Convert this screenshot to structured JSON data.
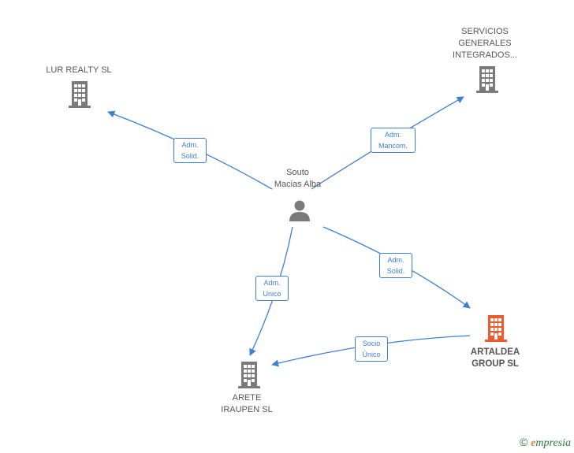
{
  "colors": {
    "edge": "#3d7fd6",
    "company_icon": "#7a7a7a",
    "highlight_icon": "#f05a2a",
    "person_icon": "#7a7a7a",
    "label_text": "#555555"
  },
  "person": {
    "name": "Souto\nMacias Alba",
    "icon": "person-icon"
  },
  "companies": {
    "lur_realty": {
      "name": "LUR REALTY  SL",
      "icon": "building-icon"
    },
    "servicios": {
      "name": "SERVICIOS\nGENERALES\nINTEGRADOS...",
      "icon": "building-icon"
    },
    "artaldea": {
      "name": "ARTALDEA\nGROUP  SL",
      "icon": "building-icon",
      "highlighted": true
    },
    "arete": {
      "name": "ARETE\nIRAUPEN  SL",
      "icon": "building-icon"
    }
  },
  "relations": {
    "to_lur": "Adm.\nSolid.",
    "to_servicios": "Adm.\nMancom.",
    "to_artaldea": "Adm.\nSolid.",
    "to_arete": "Adm.\nUnico",
    "artaldea_to_arete": "Socio\nÚnico"
  },
  "footer": {
    "copyright": "©",
    "brand_initial": "e",
    "brand_rest": "mpresia"
  }
}
